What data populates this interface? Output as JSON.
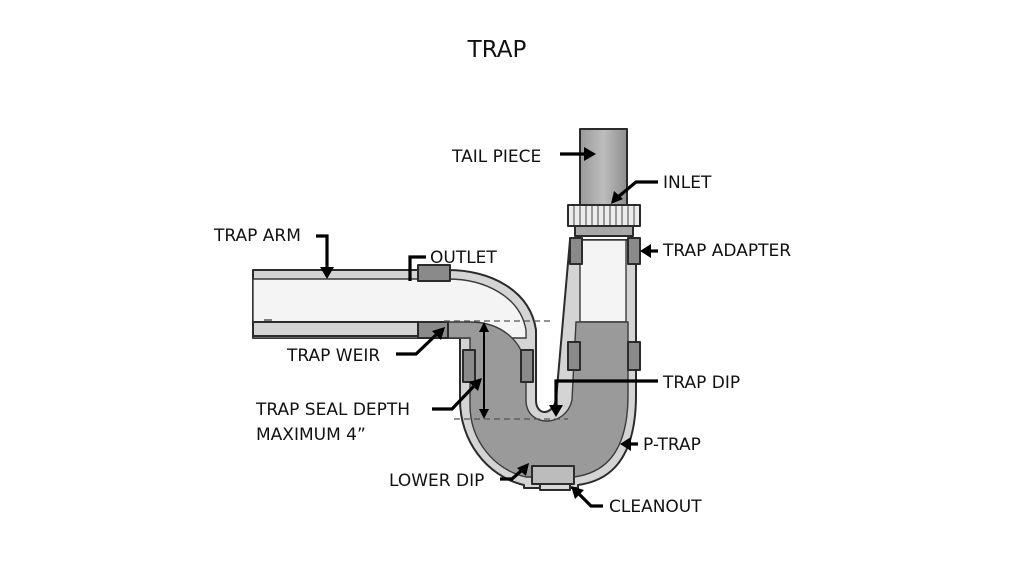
{
  "title": "TRAP",
  "colors": {
    "pipe_fill": "#d2d2d2",
    "pipe_inner": "#f4f4f4",
    "water": "#9a9a9a",
    "fitting": "#8a8a8a",
    "outline": "#2b2b2b",
    "text": "#111111"
  },
  "labels": {
    "tail_piece": "TAIL PIECE",
    "inlet": "INLET",
    "trap_adapter": "TRAP ADAPTER",
    "trap_arm": "TRAP ARM",
    "outlet": "OUTLET",
    "trap_weir": "TRAP WEIR",
    "trap_dip": "TRAP DIP",
    "trap_seal_depth": "TRAP SEAL DEPTH",
    "maximum": "MAXIMUM 4”",
    "p_trap": "P-TRAP",
    "lower_dip": "LOWER DIP",
    "cleanout": "CLEANOUT"
  }
}
